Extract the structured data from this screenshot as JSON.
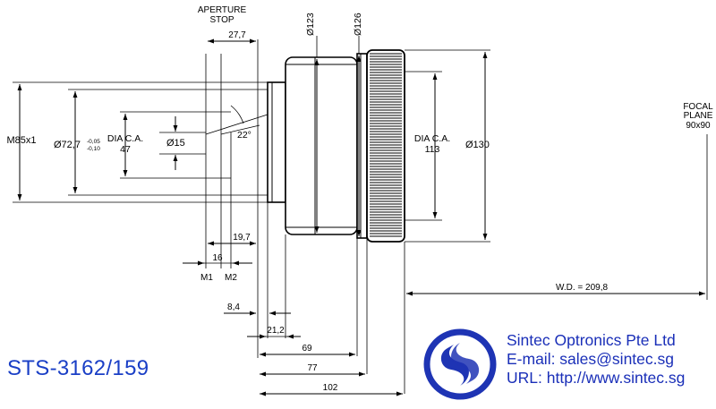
{
  "drawing": {
    "part_number": "STS-3162/159",
    "aperture_stop_line1": "APERTURE",
    "aperture_stop_line2": "STOP",
    "focal_plane_line1": "FOCAL",
    "focal_plane_line2": "PLANE",
    "focal_plane_line3": "90x90",
    "thread": "M85x1",
    "dia_72_7": "Ø72,7",
    "tol_upper": "-0,05",
    "tol_lower": "-0,10",
    "dia_ca_label": "DIA C.A.",
    "dia_ca_small": "47",
    "dia_ca_large": "113",
    "dia_15": "Ø15",
    "angle": "22°",
    "dia_123": "Ø123",
    "dia_126": "Ø126",
    "dia_130": "Ø130",
    "dim_27_7": "27,7",
    "dim_19_7": "19,7",
    "dim_16": "16",
    "m1": "M1",
    "m2": "M2",
    "dim_8_4": "8,4",
    "dim_21_2": "21,2",
    "dim_69": "69",
    "dim_77": "77",
    "dim_102": "102",
    "wd": "W.D. = 209,8"
  },
  "company": {
    "name": "Sintec Optronics Pte Ltd",
    "email": "E-mail: sales@sintec.sg",
    "url": "URL: http://www.sintec.sg"
  },
  "colors": {
    "part_number": "#1a3fc6",
    "company_text": "#1a2fb8",
    "logo_blue": "#1e34b4"
  }
}
